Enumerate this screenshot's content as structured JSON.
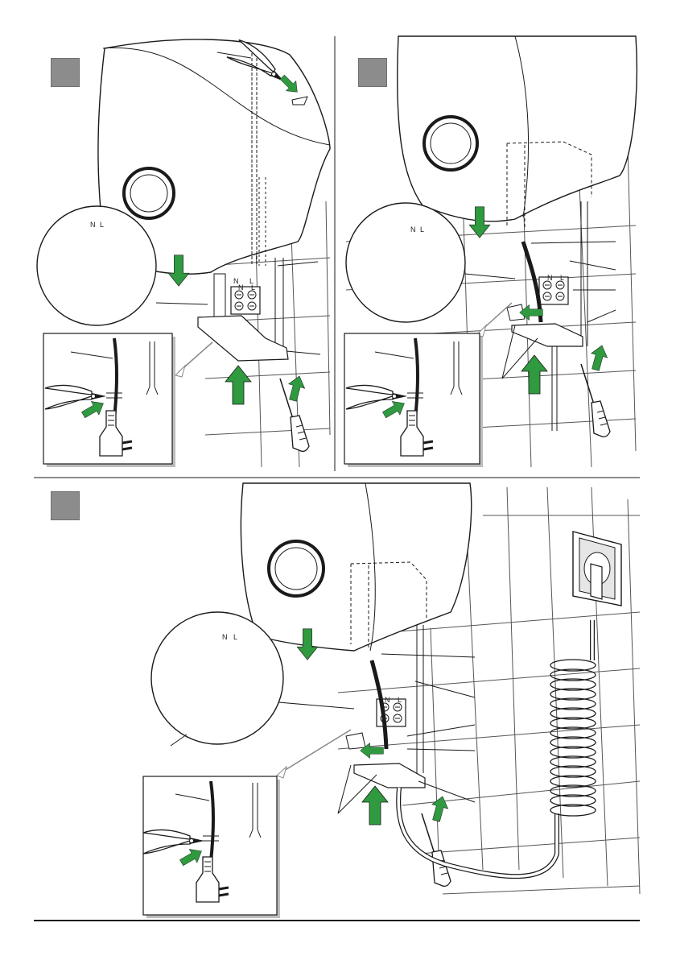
{
  "panels": [
    {
      "id": "step-1",
      "badge": "",
      "terminal_letters": [
        "N",
        "L"
      ]
    },
    {
      "id": "step-2",
      "badge": "",
      "terminal_letters": [
        "N",
        "L"
      ]
    },
    {
      "id": "step-3",
      "badge": "",
      "terminal_letters": [
        "N",
        "L"
      ]
    }
  ],
  "colors": {
    "arrow": "#2f9a3f",
    "line": "#1a1a1a",
    "tile_grid": "#555555",
    "badge": "#8c8c8c",
    "inset_shadow": "#bdbdbd"
  },
  "icons": [
    "pliers-icon",
    "screwdriver-icon",
    "plug-icon",
    "wall-socket-icon",
    "arrow-icon"
  ]
}
